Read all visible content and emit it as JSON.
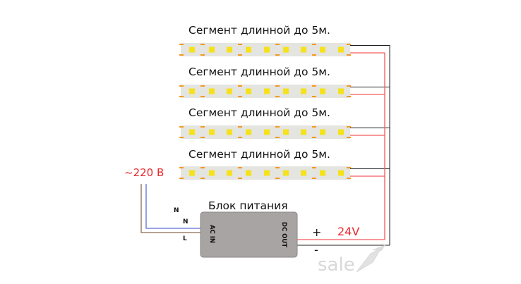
{
  "segments": [
    {
      "label": "Сегмент длинной до 5м."
    },
    {
      "label": "Сегмент длинной до 5м."
    },
    {
      "label": "Сегмент длинной до 5м."
    },
    {
      "label": "Сегмент длинной до 5м."
    }
  ],
  "mains_voltage": "~220 В",
  "psu": {
    "title": "Блок питания",
    "input_label": "AC IN",
    "output_label": "DC OUT"
  },
  "wire_labels": {
    "n_top": "N",
    "n": "N",
    "l": "L",
    "plus": "+",
    "minus": "-"
  },
  "output_voltage": "24V",
  "watermark": "sale",
  "colors": {
    "strip": "#e4e4e0",
    "led": "#f5e21a",
    "pad": "#f59a1e",
    "positive": "#f25a5f",
    "negative": "#222222",
    "neutral": "#5a6fd6",
    "live": "#8b6a50",
    "psu": "#a8a4a3",
    "accent_text": "#e8262b"
  }
}
